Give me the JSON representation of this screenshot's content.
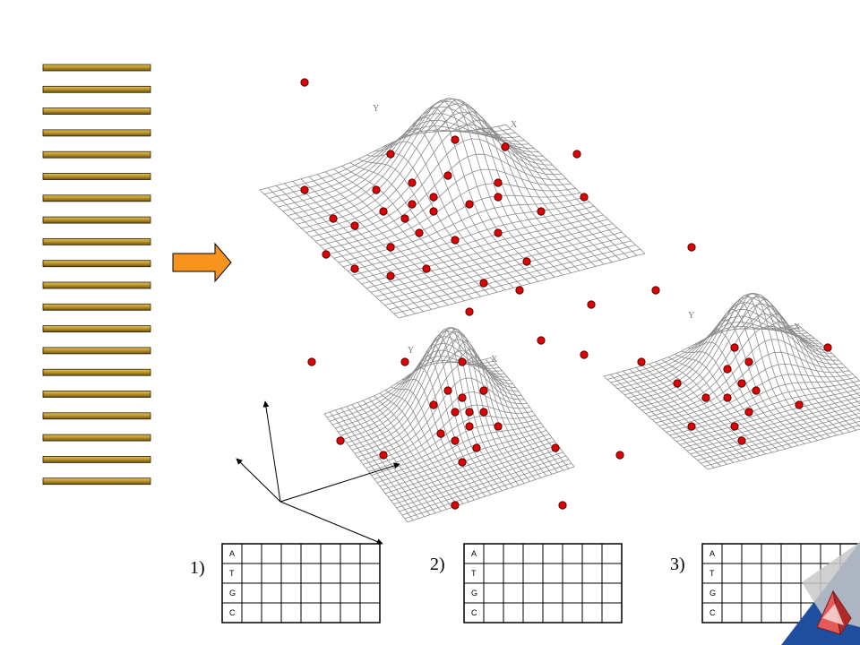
{
  "panels": [
    {
      "label": "1)",
      "rows": [
        "A",
        "T",
        "G",
        "C"
      ]
    },
    {
      "label": "2)",
      "rows": [
        "A",
        "T",
        "G",
        "C"
      ]
    },
    {
      "label": "3)",
      "rows": [
        "A",
        "T",
        "G",
        "C"
      ]
    }
  ],
  "surface_axis_labels": [
    "Y",
    "X"
  ],
  "colors": {
    "bar_fill": "#b8922a",
    "arrow_fill": "#f7941d",
    "dot": "#e00000",
    "mesh": "#8c8c8c",
    "corner_blue": "#1f4e9e"
  }
}
